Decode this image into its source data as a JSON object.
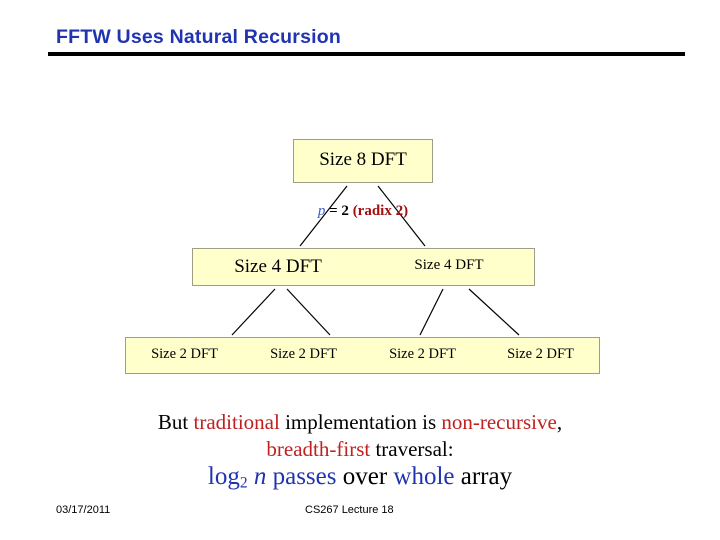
{
  "slide": {
    "title": "FFTW Uses Natural Recursion",
    "title_color": "#2134b0"
  },
  "tree": {
    "root": {
      "label": "Size 8 DFT"
    },
    "radix_note": {
      "variable": "p",
      "equals": "= 2",
      "paren": "(radix 2)",
      "variable_color": "#3a5fcd",
      "paren_color": "#a01010"
    },
    "level_size4": {
      "nodes": [
        {
          "label": "Size 4 DFT"
        },
        {
          "label": "Size 4 DFT"
        }
      ]
    },
    "level_size2": {
      "nodes": [
        {
          "label": "Size 2 DFT"
        },
        {
          "label": "Size 2 DFT"
        },
        {
          "label": "Size 2 DFT"
        },
        {
          "label": "Size 2 DFT"
        }
      ]
    },
    "box_fill": "#ffffcc",
    "box_border": "#9e9e86"
  },
  "prose": {
    "line1_a": "But ",
    "line1_red1": "traditional",
    "line1_b": " implementation is ",
    "line1_red2": "non-recursive",
    "line1_c": ",",
    "line2_red": "breadth-first",
    "line2_b": " traversal:",
    "red_color": "#c02020"
  },
  "punchline": {
    "log": "log",
    "base": "2",
    "n": "n",
    "passes": " passes",
    "over": " over ",
    "whole": "whole",
    "array": " array",
    "blue_color": "#2134b0"
  },
  "footer": {
    "date": "03/17/2011",
    "course": "CS267 Lecture 18"
  }
}
